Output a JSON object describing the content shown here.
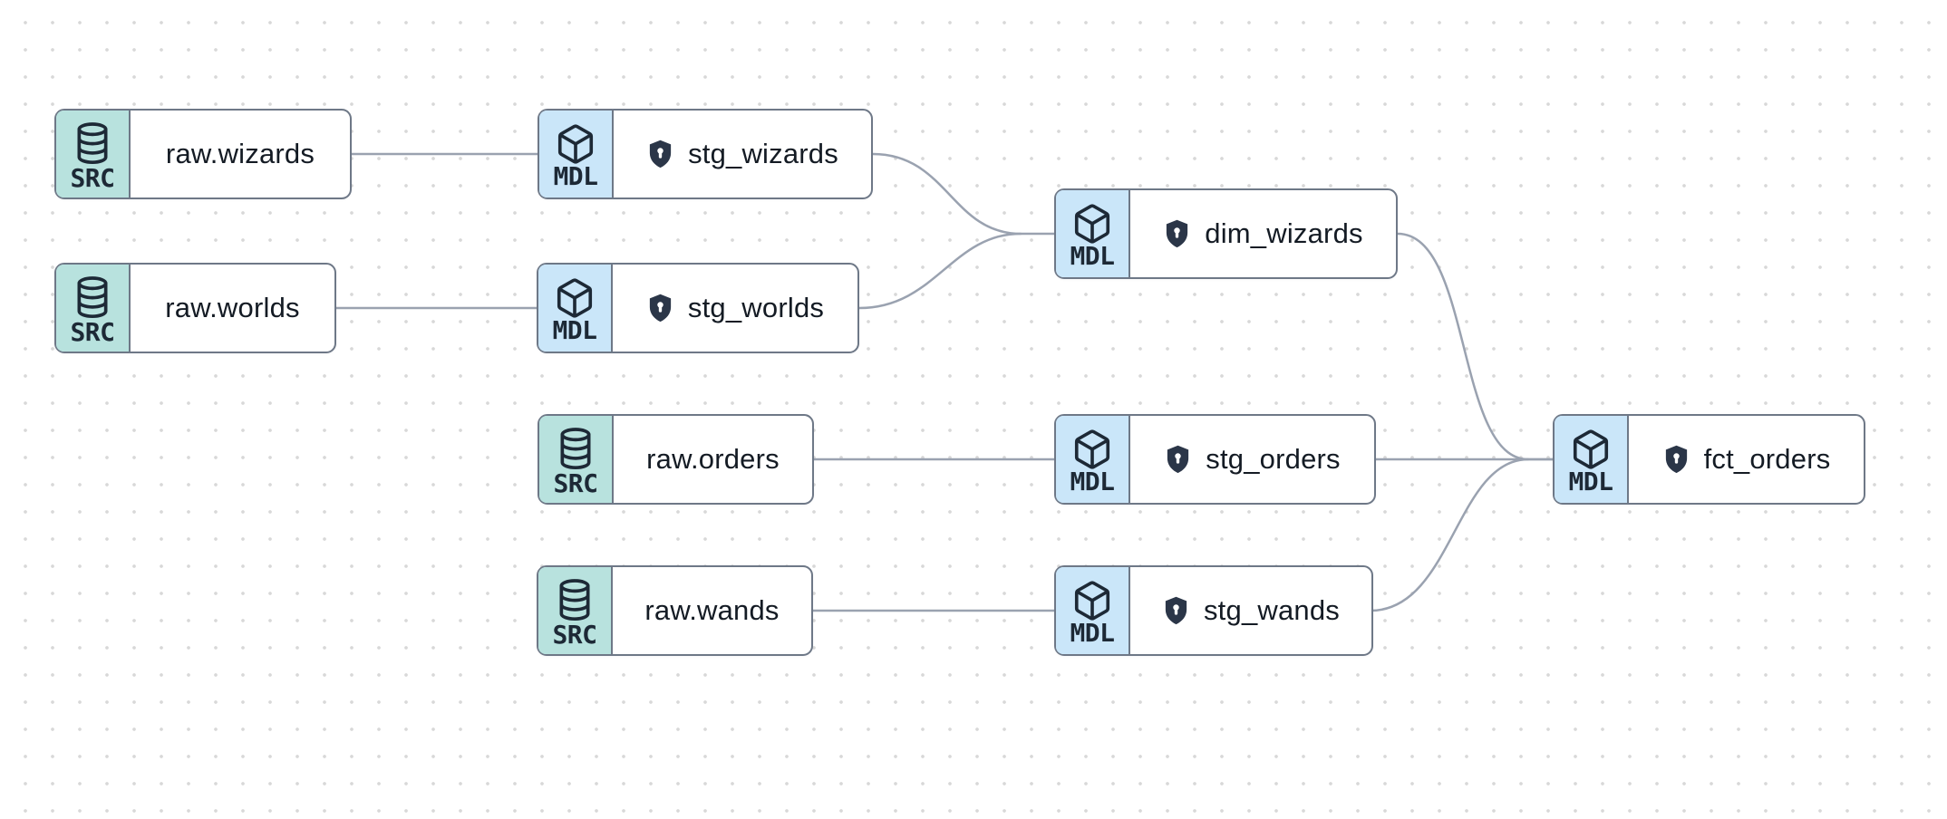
{
  "app": {
    "view": "lineage-graph",
    "background_dot_color": "#d8d8d8"
  },
  "colors": {
    "source_badge_bg": "#b8e2de",
    "model_badge_bg": "#cae6f9",
    "node_border": "#6e7887",
    "edge": "#9aa2b0",
    "label_ink": "#141b24",
    "shield_fill": "#2b3648"
  },
  "badge_labels": {
    "source": "SRC",
    "model": "MDL"
  },
  "nodes": [
    {
      "id": "raw_wizards",
      "type": "source",
      "badge": "SRC",
      "label": "raw.wizards",
      "shield": false
    },
    {
      "id": "stg_wizards",
      "type": "model",
      "badge": "MDL",
      "label": "stg_wizards",
      "shield": true
    },
    {
      "id": "raw_worlds",
      "type": "source",
      "badge": "SRC",
      "label": "raw.worlds",
      "shield": false
    },
    {
      "id": "stg_worlds",
      "type": "model",
      "badge": "MDL",
      "label": "stg_worlds",
      "shield": true
    },
    {
      "id": "dim_wizards",
      "type": "model",
      "badge": "MDL",
      "label": "dim_wizards",
      "shield": true
    },
    {
      "id": "raw_orders",
      "type": "source",
      "badge": "SRC",
      "label": "raw.orders",
      "shield": false
    },
    {
      "id": "stg_orders",
      "type": "model",
      "badge": "MDL",
      "label": "stg_orders",
      "shield": true
    },
    {
      "id": "raw_wands",
      "type": "source",
      "badge": "SRC",
      "label": "raw.wands",
      "shield": false
    },
    {
      "id": "stg_wands",
      "type": "model",
      "badge": "MDL",
      "label": "stg_wands",
      "shield": true
    },
    {
      "id": "fct_orders",
      "type": "model",
      "badge": "MDL",
      "label": "fct_orders",
      "shield": true
    }
  ],
  "edges": [
    {
      "from": "raw.wizards",
      "to": "stg_wizards"
    },
    {
      "from": "raw.worlds",
      "to": "stg_worlds"
    },
    {
      "from": "stg_wizards",
      "to": "dim_wizards"
    },
    {
      "from": "stg_worlds",
      "to": "dim_wizards"
    },
    {
      "from": "raw.orders",
      "to": "stg_orders"
    },
    {
      "from": "raw.wands",
      "to": "stg_wands"
    },
    {
      "from": "dim_wizards",
      "to": "fct_orders"
    },
    {
      "from": "stg_orders",
      "to": "fct_orders"
    },
    {
      "from": "stg_wands",
      "to": "fct_orders"
    }
  ]
}
